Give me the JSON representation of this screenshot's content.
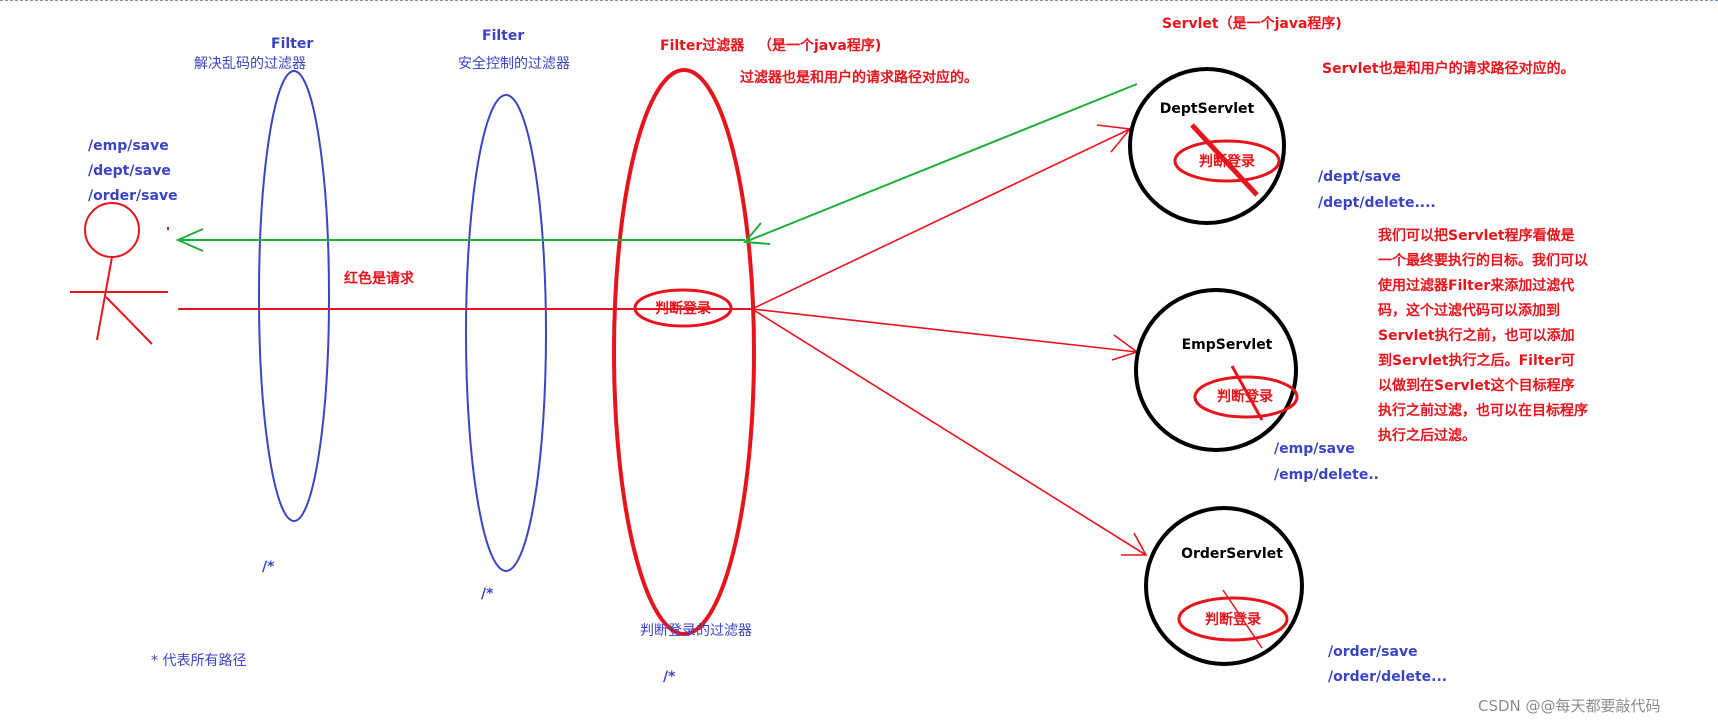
{
  "colors": {
    "blue": "#3b44c4",
    "red": "#e8141c",
    "green": "#1fae3a",
    "black": "#000000"
  },
  "filter1": {
    "title": "Filter",
    "subtitle": "解决乱码的过滤器",
    "path": "/*"
  },
  "filter2": {
    "title": "Filter",
    "subtitle": "安全控制的过滤器",
    "path": "/*"
  },
  "filter3": {
    "title": "Filter过滤器",
    "note": "（是一个java程序)",
    "desc": "过滤器也是和用户的请求路径对应的。",
    "inner": "判断登录",
    "caption": "判断登录的过滤器",
    "path": "/*"
  },
  "user_paths": [
    "/emp/save",
    "/dept/save",
    "/order/save"
  ],
  "request_label": "红色是请求",
  "wildcard_note": "* 代表所有路径",
  "servlet_header": "Servlet（是一个java程序)",
  "servlet_desc": "Servlet也是和用户的请求路径对应的。",
  "servlets": [
    {
      "name": "DeptServlet",
      "inner": "判断登录",
      "paths": [
        "/dept/save",
        "/dept/delete...."
      ]
    },
    {
      "name": "EmpServlet",
      "inner": "判断登录",
      "paths": [
        "/emp/save",
        "/emp/delete.."
      ]
    },
    {
      "name": "OrderServlet",
      "inner": "判断登录",
      "paths": [
        "/order/save",
        "/order/delete..."
      ]
    }
  ],
  "explanation": "我们可以把Servlet程序看做是一个最终要执行的目标。我们可以使用过滤器Filter来添加过滤代码，这个过滤代码可以添加到Servlet执行之前，也可以添加到Servlet执行之后。Filter可以做到在Servlet这个目标程序执行之前过滤，也可以在目标程序执行之后过滤。",
  "watermark": "CSDN @@每天都要敲代码"
}
